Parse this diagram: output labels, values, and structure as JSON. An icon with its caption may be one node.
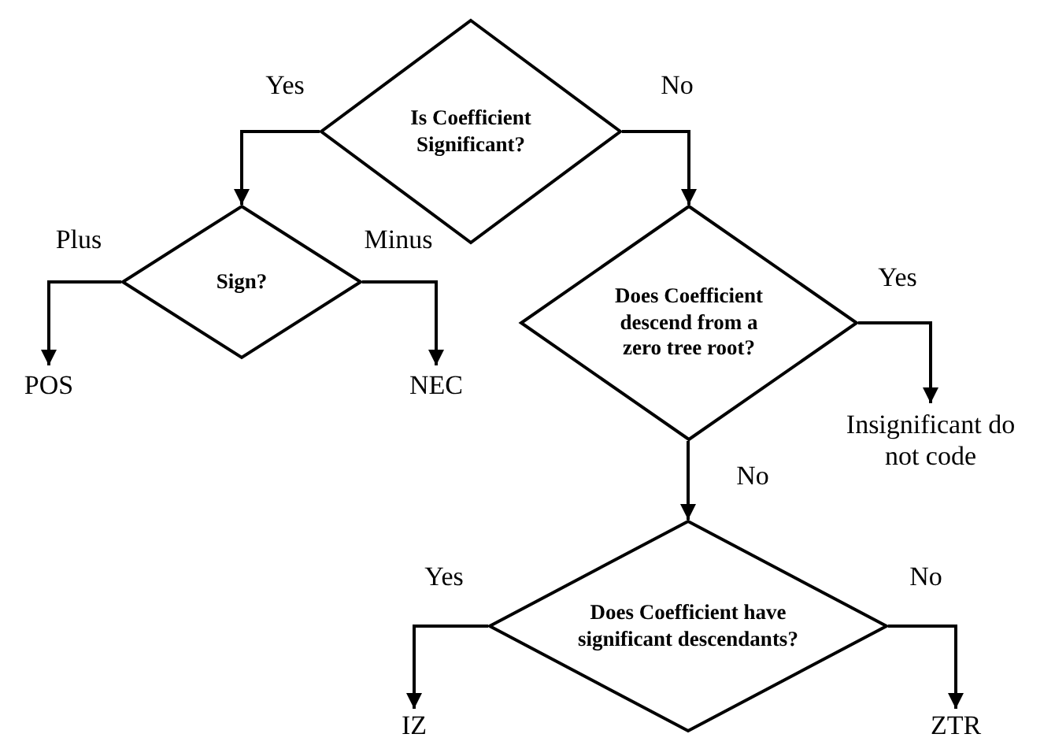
{
  "diagram": {
    "nodes": [
      {
        "text": [
          "Is Coefficient Significant?"
        ]
      },
      {
        "text": [
          "Sign?"
        ]
      },
      {
        "text": [
          "Does Coefficient descend from a zero tree root?"
        ]
      },
      {
        "text": [
          "POS"
        ]
      },
      {
        "text": [
          "NEC"
        ]
      },
      {
        "text": [
          "Insignificant do not code"
        ]
      },
      {
        "text": [
          "Does Coefficient have significant descendants?"
        ]
      },
      {
        "text": [
          "IZ"
        ]
      },
      {
        "text": [
          "ZTR"
        ]
      }
    ],
    "edges": [
      {
        "from": 0,
        "to": 1,
        "arrow": "to",
        "label": "Yes"
      },
      {
        "from": 0,
        "to": 2,
        "arrow": "to",
        "label": "No"
      },
      {
        "from": 1,
        "to": 3,
        "arrow": "to",
        "label": "Plus"
      },
      {
        "from": 1,
        "to": 4,
        "arrow": "to",
        "label": "Minus"
      },
      {
        "from": 2,
        "to": 5,
        "arrow": "to",
        "label": "Yes"
      },
      {
        "from": 2,
        "to": 6,
        "arrow": "to",
        "label": "No"
      },
      {
        "from": 6,
        "to": 7,
        "arrow": "to",
        "label": "Yes"
      },
      {
        "from": 6,
        "to": 8,
        "arrow": "to",
        "label": "No"
      }
    ]
  }
}
